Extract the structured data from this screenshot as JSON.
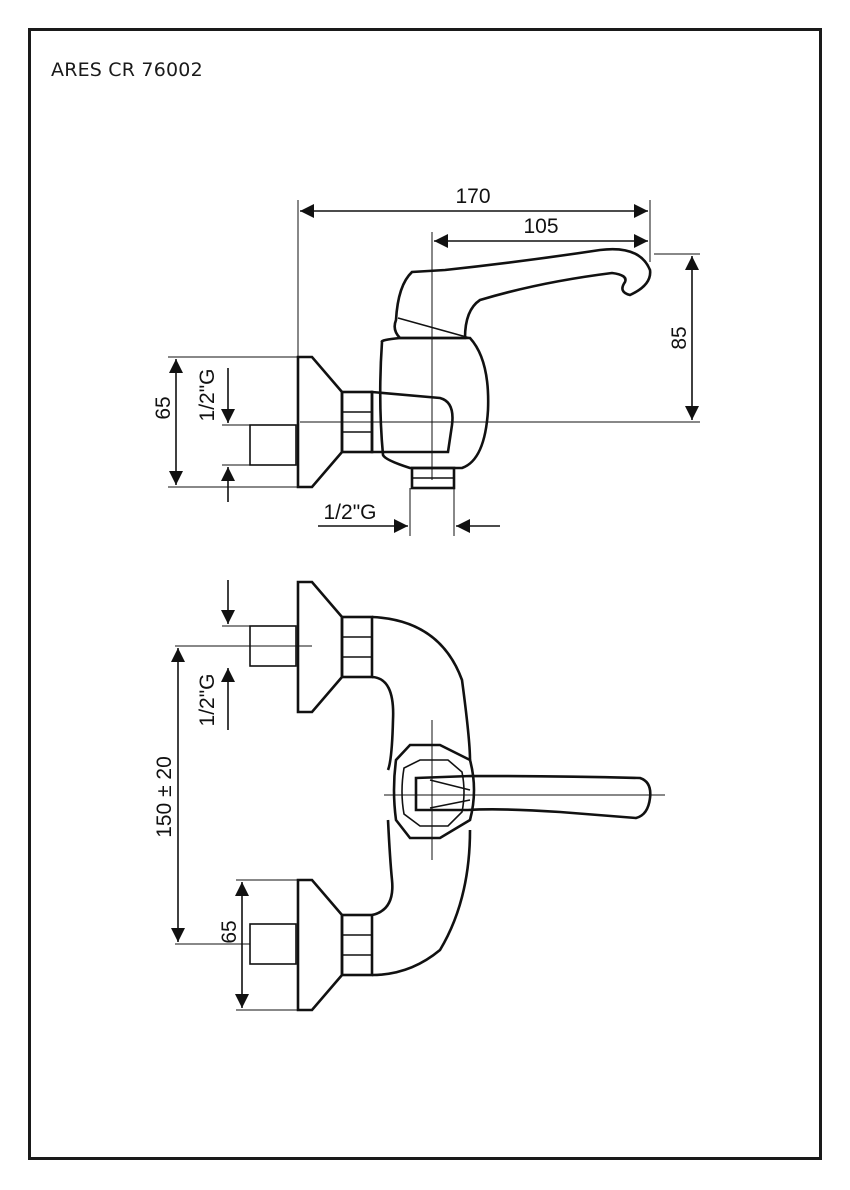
{
  "title": "ARES CR 76002",
  "dimensions": {
    "overall_length": "170",
    "spout_length": "105",
    "height": "85",
    "side_flange_height": "65",
    "side_thread_vertical": "1/2\"G",
    "outlet_thread": "1/2\"G",
    "top_thread_vertical": "1/2\"G",
    "centre_distance": "150 ± 20",
    "bottom_flange_height": "65"
  }
}
